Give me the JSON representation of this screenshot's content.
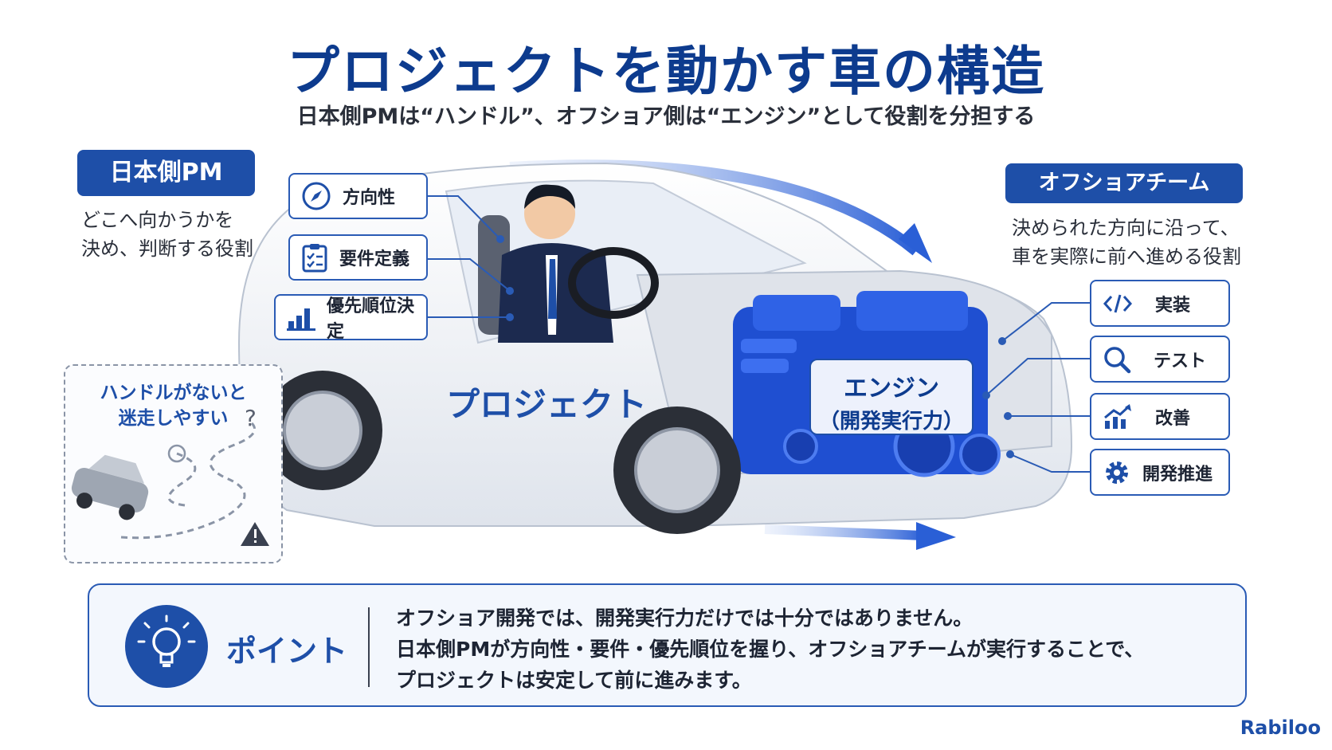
{
  "title": "プロジェクトを動かす車の構造",
  "subtitle": "日本側PMは“ハンドル”、オフショア側は“エンジン”として役割を分担する",
  "left_role": {
    "label": "日本側PM",
    "desc_lines": [
      "どこへ向かうかを",
      "決め、判断する役割"
    ]
  },
  "right_role": {
    "label": "オフショアチーム",
    "desc_lines": [
      "決められた方向に沿って、",
      "車を実際に前へ進める役割"
    ]
  },
  "pm_tags": [
    {
      "label": "方向性",
      "icon": "compass-icon"
    },
    {
      "label": "要件定義",
      "icon": "clipboard-icon"
    },
    {
      "label": "優先順位決定",
      "icon": "bar-chart-icon"
    }
  ],
  "team_tags": [
    {
      "label": "実装",
      "icon": "code-icon"
    },
    {
      "label": "テスト",
      "icon": "magnifier-icon"
    },
    {
      "label": "改善",
      "icon": "trend-up-icon"
    },
    {
      "label": "開発推進",
      "icon": "gear-icon"
    }
  ],
  "warning": {
    "lines": [
      "ハンドルがないと",
      "迷走しやすい"
    ],
    "question_mark": "?"
  },
  "car_label": "プロジェクト",
  "engine": {
    "line1": "エンジン",
    "line2": "（開発実行力）"
  },
  "point": {
    "label": "ポイント",
    "lines": [
      "オフショア開発では、開発実行力だけでは十分ではありません。",
      "日本側PMが方向性・要件・優先順位を握り、オフショアチームが実行することで、",
      "プロジェクトは安定して前に進みます。"
    ]
  },
  "brand": "Rabiloo",
  "colors": {
    "primary": "#1e4fa8",
    "dark_navy": "#0d3b8e",
    "engine_blue": "#1f4fd1"
  }
}
